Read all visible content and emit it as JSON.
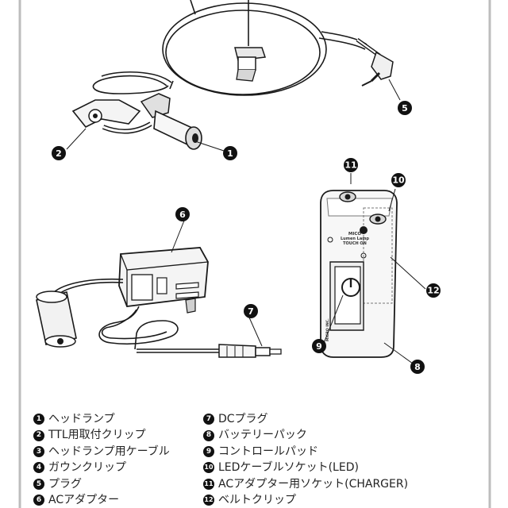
{
  "legend": {
    "left": [
      {
        "num": "1",
        "label": "ヘッドランプ"
      },
      {
        "num": "2",
        "label": "TTL用取付クリップ"
      },
      {
        "num": "3",
        "label": "ヘッドランプ用ケーブル"
      },
      {
        "num": "4",
        "label": "ガウンクリップ"
      },
      {
        "num": "5",
        "label": "プラグ"
      },
      {
        "num": "6",
        "label": "ACアダプター"
      }
    ],
    "right": [
      {
        "num": "7",
        "label": "DCプラグ"
      },
      {
        "num": "8",
        "label": "バッテリーパック"
      },
      {
        "num": "9",
        "label": "コントロールパッド"
      },
      {
        "num": "10",
        "label": "LEDケーブルソケット(LED)"
      },
      {
        "num": "11",
        "label": "ACアダプター用ソケット(CHARGER)"
      },
      {
        "num": "12",
        "label": "ベルトクリップ"
      }
    ]
  },
  "callouts": [
    "1",
    "2",
    "5",
    "6",
    "7",
    "8",
    "9",
    "10",
    "11",
    "12"
  ],
  "device_text": {
    "brand_line1": "MICO",
    "brand_line2": "Lumen Lamp",
    "brand_line3": "TOUCH ON",
    "maker": "MICRO INC."
  },
  "colors": {
    "ink": "#1a1a1a",
    "callout_fill": "#111111",
    "frame": "#bdbdbd"
  }
}
